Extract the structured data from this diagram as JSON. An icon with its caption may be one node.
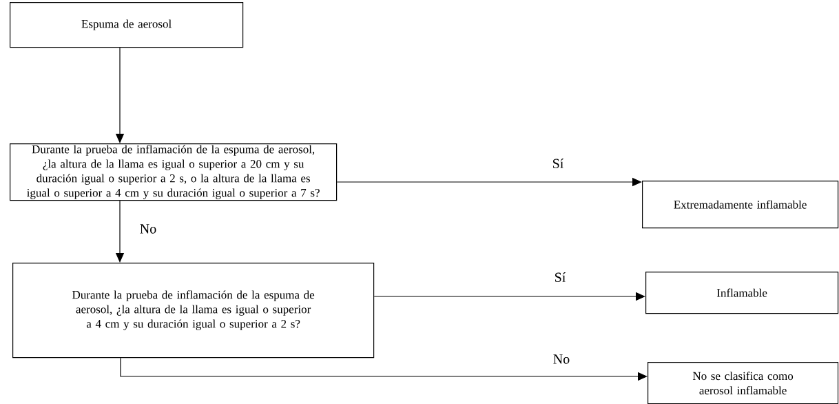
{
  "diagram": {
    "nodes": [
      {
        "text": [
          "Espuma de aerosol"
        ]
      },
      {
        "text": [
          "Durante la prueba de inflamación de la espuma de aerosol, ¿la altura de la llama es igual o superior a 20 cm y su duración igual o superior a 2 s, o la altura de la llama es igual o superior a 4 cm y su duración igual o superior a 7 s?"
        ]
      },
      {
        "text": [
          "Extremadamente inflamable"
        ]
      },
      {
        "text": [
          "Durante la prueba de inflamación de la espuma de aerosol, ¿la altura de la llama es igual o superior a 4 cm y su duración igual o superior a 2 s?"
        ]
      },
      {
        "text": [
          "Inflamable"
        ]
      },
      {
        "text": [
          "No se clasifica como aerosol inflamable"
        ]
      }
    ],
    "edges": [
      {
        "from": 0,
        "to": 1,
        "arrow": "to"
      },
      {
        "from": 1,
        "to": 2,
        "arrow": "to",
        "label": "Sí"
      },
      {
        "from": 1,
        "to": 3,
        "arrow": "to",
        "label": "No"
      },
      {
        "from": 3,
        "to": 4,
        "arrow": "to",
        "label": "Sí"
      },
      {
        "from": 3,
        "to": 5,
        "arrow": "to",
        "label": "No"
      }
    ]
  }
}
